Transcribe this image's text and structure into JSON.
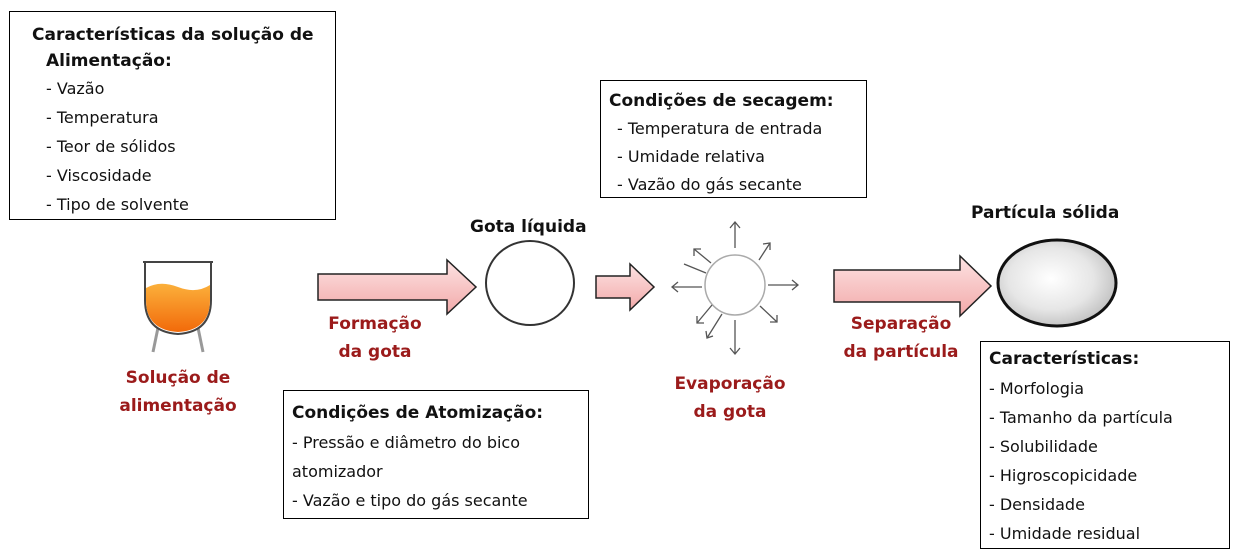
{
  "feed_box": {
    "title_line1": "Características da solução de",
    "title_line2": "Alimentação:",
    "items": [
      "- Vazão",
      "- Temperatura",
      "- Teor de sólidos",
      "- Viscosidade",
      "- Tipo de solvente"
    ]
  },
  "drying_box": {
    "title": "Condições de secagem:",
    "items": [
      "- Temperatura de entrada",
      "- Umidade relativa",
      "- Vazão do gás secante"
    ]
  },
  "atomization_box": {
    "title": "Condições de Atomização:",
    "items": [
      "- Pressão e diâmetro do bico",
      "atomizador",
      "- Vazão e tipo do gás secante"
    ]
  },
  "particle_box": {
    "title": "Características:",
    "items": [
      "- Morfologia",
      "- Tamanho da partícula",
      "- Solubilidade",
      "- Higroscopicidade",
      "- Densidade",
      "- Umidade residual"
    ]
  },
  "labels": {
    "feed_solution": [
      "Solução de",
      "alimentação"
    ],
    "drop_formation": [
      "Formação",
      "da gota"
    ],
    "drop_evaporation": [
      "Evaporação",
      "da gota"
    ],
    "particle_separation": [
      "Separação",
      "da partícula"
    ],
    "liquid_drop": "Gota líquida",
    "solid_particle": "Partícula sólida"
  },
  "colors": {
    "arrow_fill": "#f4b9b9",
    "label_red": "#9b1b1b",
    "liquid_orange": "#f7941d"
  }
}
